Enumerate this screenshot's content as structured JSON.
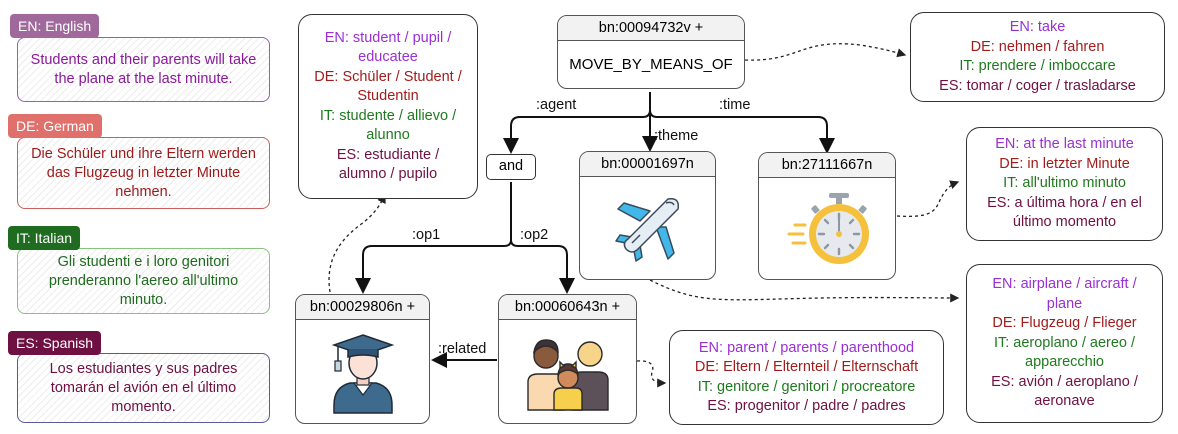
{
  "colors": {
    "en": "#9a2fd3",
    "de": "#a21c1c",
    "it": "#1f7a1f",
    "es": "#6e1042"
  },
  "sentences": [
    {
      "tag": "EN: English",
      "text": "Students and their parents will take the plane at the last minute.",
      "tag_color": "#a0699b",
      "border": "#8b63b8",
      "text_color": "#8a1a9a"
    },
    {
      "tag": "DE: German",
      "text": "Die Schüler und ihre Eltern werden das Flugzeug in letzter Minute nehmen.",
      "tag_color": "#e0706b",
      "border": "#c9605b",
      "text_color": "#9c1a1a"
    },
    {
      "tag": "IT: Italian",
      "text": "Gli studenti e i loro genitori prenderanno l'aereo all'ultimo minuto.",
      "tag_color": "#1f6b1f",
      "border": "#8bc27b",
      "text_color": "#1f6b1f"
    },
    {
      "tag": "ES: Spanish",
      "text": "Los estudiantes y sus padres tomarán el avión en el último momento.",
      "tag_color": "#6e1042",
      "border": "#5a5a9a",
      "text_color": "#6e1042"
    }
  ],
  "nodes": {
    "root": {
      "id": "bn:00094732v +",
      "label": "MOVE_BY_MEANS_OF"
    },
    "and": {
      "label": "and"
    },
    "theme": {
      "id": "bn:00001697n",
      "icon": "airplane-icon"
    },
    "time": {
      "id": "bn:27111667n",
      "icon": "stopwatch-icon"
    },
    "student": {
      "id": "bn:00029806n +",
      "icon": "graduate-student-icon"
    },
    "parents": {
      "id": "bn:00060643n +",
      "icon": "family-icon"
    }
  },
  "edges": {
    "agent": ":agent",
    "theme": ":theme",
    "time": ":time",
    "op1": ":op1",
    "op2": ":op2",
    "related": ":related"
  },
  "glosses": {
    "take": {
      "en": "EN: take",
      "de": "DE: nehmen / fahren",
      "it": "IT: prendere / imboccare",
      "es": "ES: tomar / coger / trasladarse"
    },
    "student": {
      "en": "EN: student / pupil / educatee",
      "de": "DE: Schüler / Student / Studentin",
      "it": "IT: studente / allievo / alunno",
      "es": "ES: estudiante / alumno / pupilo"
    },
    "time": {
      "en": "EN: at the last minute",
      "de": "DE: in letzter Minute",
      "it": "IT: all'ultimo minuto",
      "es": "ES: a última hora / en el último momento"
    },
    "airplane": {
      "en": "EN: airplane / aircraft / plane",
      "de": "DE: Flugzeug / Flieger",
      "it": "IT: aeroplano / aereo / apparecchio",
      "es": "ES: avión / aeroplano / aeronave"
    },
    "parent": {
      "en": "EN: parent / parents / parenthood",
      "de": "DE: Eltern / Elternteil / Elternschaft",
      "it": "IT: genitore / genitori / procreatore",
      "es": "ES: progenitor / padre / padres"
    }
  }
}
